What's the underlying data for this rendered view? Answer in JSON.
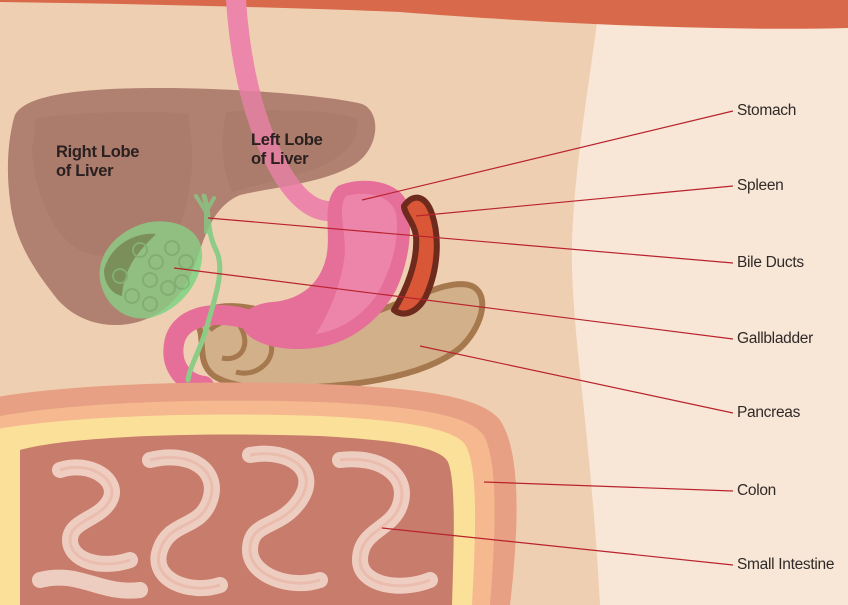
{
  "organ_labels": {
    "right_lobe": "Right Lobe\nof Liver",
    "left_lobe": "Left Lobe\nof Liver"
  },
  "callouts": [
    {
      "name": "callout-stomach",
      "label": "Stomach"
    },
    {
      "name": "callout-spleen",
      "label": "Spleen"
    },
    {
      "name": "callout-bile-ducts",
      "label": "Bile Ducts"
    },
    {
      "name": "callout-gallbladder",
      "label": "Gallbladder"
    },
    {
      "name": "callout-pancreas",
      "label": "Pancreas"
    },
    {
      "name": "callout-colon",
      "label": "Colon"
    },
    {
      "name": "callout-small-intestine",
      "label": "Small Intestine"
    }
  ],
  "colors": {
    "background_light": "#f8e6d6",
    "body_skin": "#efcfb2",
    "top_band": "#d9694b",
    "liver": "#b58574",
    "liver_overlay": "#9a6a5e",
    "stomach": "#e66f9a",
    "esophagus": "#ec86aa",
    "spleen": "#d95636",
    "spleen_outline": "#6e2a1c",
    "pancreas": "#d2b08a",
    "pancreas_outline": "#a6784e",
    "gallbladder": "#8fd28a",
    "bile_duct": "#8ccc87",
    "colon_outer": "#e7a084",
    "colon_inner": "#fbe09a",
    "small_intestine": "#c87c6c",
    "small_intestine_loops": "#f1d2c6",
    "leader_line": "#b8232d",
    "label_text": "#2f2a28"
  }
}
